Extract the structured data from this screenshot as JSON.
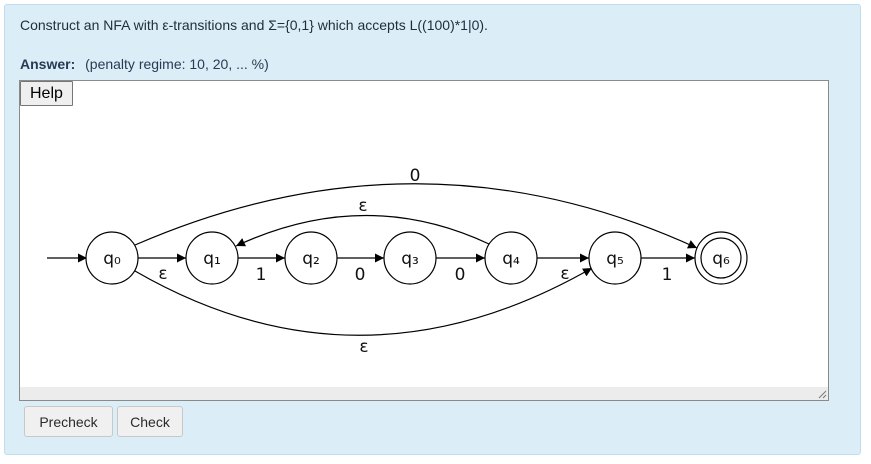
{
  "question": {
    "text": "Construct an NFA with ε-transitions and Σ={0,1} which accepts L((100)*1|0)."
  },
  "answer": {
    "label": "Answer:",
    "penalty": "(penalty regime: 10, 20, ... %)"
  },
  "editor": {
    "help_label": "Help"
  },
  "fsm": {
    "states": [
      "q₀",
      "q₁",
      "q₂",
      "q₃",
      "q₄",
      "q₅",
      "q₆"
    ],
    "start_state": "q₀",
    "accept_states": [
      "q₆"
    ],
    "transitions": [
      {
        "from": "q₀",
        "to": "q₁",
        "label": "ε"
      },
      {
        "from": "q₁",
        "to": "q₂",
        "label": "1"
      },
      {
        "from": "q₂",
        "to": "q₃",
        "label": "0"
      },
      {
        "from": "q₃",
        "to": "q₄",
        "label": "0"
      },
      {
        "from": "q₄",
        "to": "q₅",
        "label": "ε"
      },
      {
        "from": "q₅",
        "to": "q₆",
        "label": "1"
      },
      {
        "from": "q₀",
        "to": "q₆",
        "label": "0"
      },
      {
        "from": "q₄",
        "to": "q₁",
        "label": "ε"
      },
      {
        "from": "q₀",
        "to": "q₅",
        "label": "ε"
      }
    ]
  },
  "buttons": {
    "precheck": "Precheck",
    "check": "Check"
  }
}
